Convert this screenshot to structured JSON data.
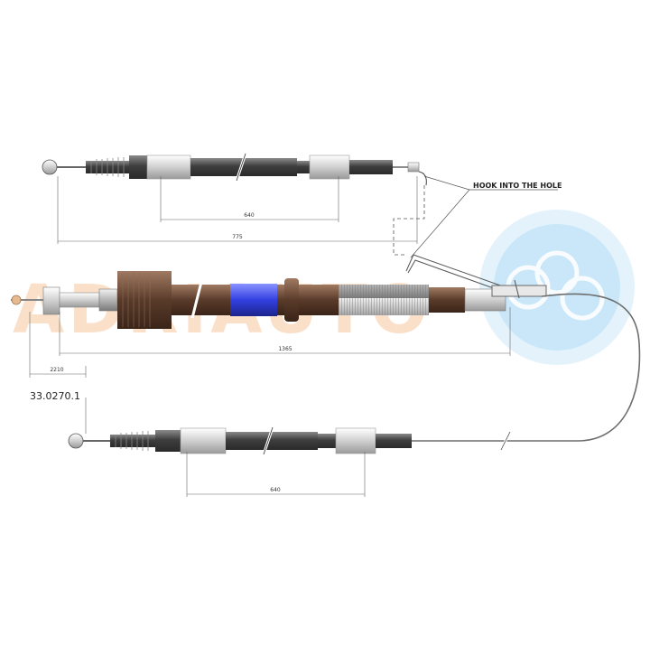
{
  "brand": {
    "watermark_text": "ADRIAUTO",
    "watermark_color": "#f5b98a",
    "logo_color": "#8fd0f2"
  },
  "part_number": "33.0270.1",
  "annotation": {
    "text": "HOOK INTO THE HOLE"
  },
  "dimensions": {
    "upper_sleeve": "640",
    "upper_total": "775",
    "main_length": "1365",
    "end_offset": "2210",
    "lower_sleeve": "640"
  },
  "colors": {
    "sheath_dark": "#4a4a4a",
    "sheath_mid": "#6b6b6b",
    "fitting_light": "#d9d9d9",
    "bellows": "#3a3a3a",
    "brown_housing": "#6a4b3a",
    "blue_grommet": "#3a47e0",
    "spring": "#bdbdbd",
    "line": "#555555"
  }
}
